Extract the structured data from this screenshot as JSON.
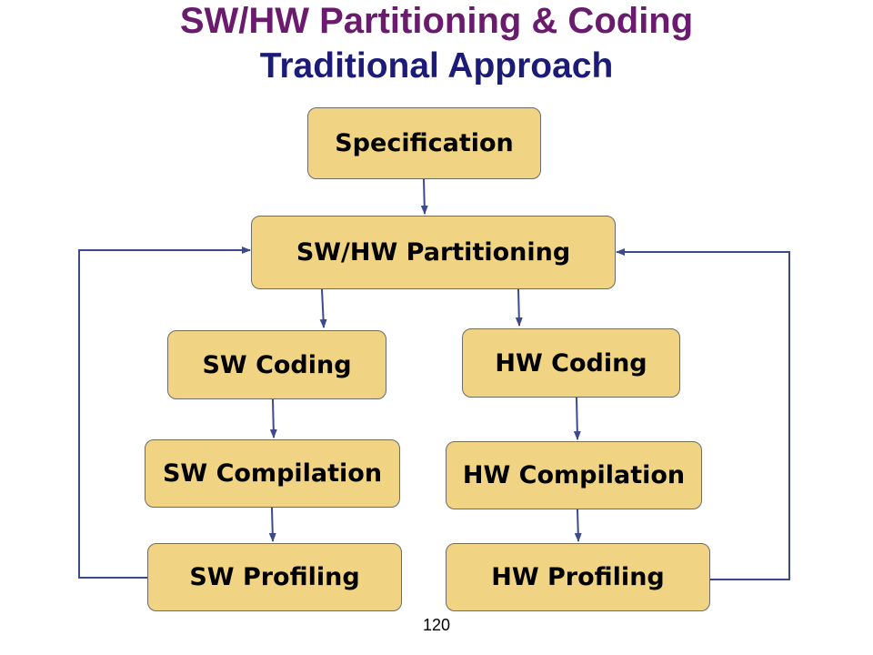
{
  "slide": {
    "title_line_1": "SW/HW Partitioning & Coding",
    "title_line_2": "Traditional Approach",
    "page_number": "120"
  },
  "colors": {
    "title_line_1": "#6a1b6e",
    "title_line_2": "#1c1c78",
    "box_fill": "#f0d383",
    "box_border": "#6b6b6b",
    "arrow": "#3c4a8c"
  },
  "flow": {
    "nodes": [
      {
        "id": "specification",
        "label": "Specification"
      },
      {
        "id": "partitioning",
        "label": "SW/HW Partitioning"
      },
      {
        "id": "sw_coding",
        "label": "SW Coding"
      },
      {
        "id": "hw_coding",
        "label": "HW Coding"
      },
      {
        "id": "sw_compilation",
        "label": "SW Compilation"
      },
      {
        "id": "hw_compilation",
        "label": "HW Compilation"
      },
      {
        "id": "sw_profiling",
        "label": "SW Profiling"
      },
      {
        "id": "hw_profiling",
        "label": "HW Profiling"
      }
    ],
    "edges": [
      {
        "from": "specification",
        "to": "partitioning"
      },
      {
        "from": "partitioning",
        "to": "sw_coding"
      },
      {
        "from": "partitioning",
        "to": "hw_coding"
      },
      {
        "from": "sw_coding",
        "to": "sw_compilation"
      },
      {
        "from": "hw_coding",
        "to": "hw_compilation"
      },
      {
        "from": "sw_compilation",
        "to": "sw_profiling"
      },
      {
        "from": "hw_compilation",
        "to": "hw_profiling"
      },
      {
        "from": "sw_profiling",
        "to": "partitioning",
        "kind": "feedback-left"
      },
      {
        "from": "hw_profiling",
        "to": "partitioning",
        "kind": "feedback-right"
      }
    ]
  }
}
